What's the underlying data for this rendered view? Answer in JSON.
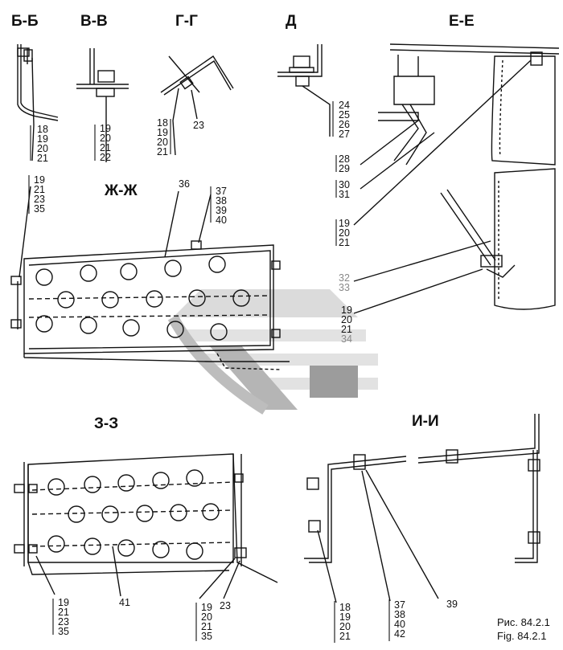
{
  "sections": [
    {
      "id": "bb",
      "title": "Б-Б",
      "callouts": [
        "18",
        "19",
        "20",
        "21"
      ]
    },
    {
      "id": "vv",
      "title": "В-В",
      "callouts": [
        "19",
        "20",
        "21",
        "22"
      ]
    },
    {
      "id": "gg",
      "title": "Г-Г",
      "callouts": [
        "18",
        "19",
        "20",
        "21"
      ],
      "callout_right": "23"
    },
    {
      "id": "d",
      "title": "Д",
      "callouts": [
        "24",
        "25",
        "26",
        "27"
      ]
    },
    {
      "id": "ee",
      "title": "Е-Е",
      "callouts_a": [
        "28",
        "29"
      ],
      "callouts_b": [
        "30",
        "31"
      ],
      "callouts_c": [
        "19",
        "20",
        "21"
      ],
      "callouts_d": [
        "32",
        "33"
      ],
      "callouts_e": [
        "19",
        "20",
        "21",
        "34"
      ]
    },
    {
      "id": "zhzh",
      "title": "Ж-Ж",
      "callouts_left": [
        "19",
        "21",
        "23",
        "35"
      ],
      "callout_top": "36",
      "callouts_right": [
        "37",
        "38",
        "39",
        "40"
      ]
    },
    {
      "id": "zz",
      "title": "З-З",
      "callouts_left": [
        "19",
        "21",
        "23",
        "35"
      ],
      "callout_mid": "41",
      "callouts_right": [
        "19",
        "20",
        "21",
        "35"
      ],
      "callout_right2": "23"
    },
    {
      "id": "ii",
      "title": "И-И",
      "callouts_a": [
        "18",
        "19",
        "20",
        "21"
      ],
      "callouts_b": [
        "37",
        "38",
        "40",
        "42"
      ],
      "callout_c": "39"
    }
  ],
  "caption": {
    "ru": "Рис. 84.2.1",
    "en": "Fig. 84.2.1"
  },
  "colors": {
    "ink": "#111111",
    "watermark": "#c9c9c9",
    "watermark_dark": "#9a9a9a"
  }
}
